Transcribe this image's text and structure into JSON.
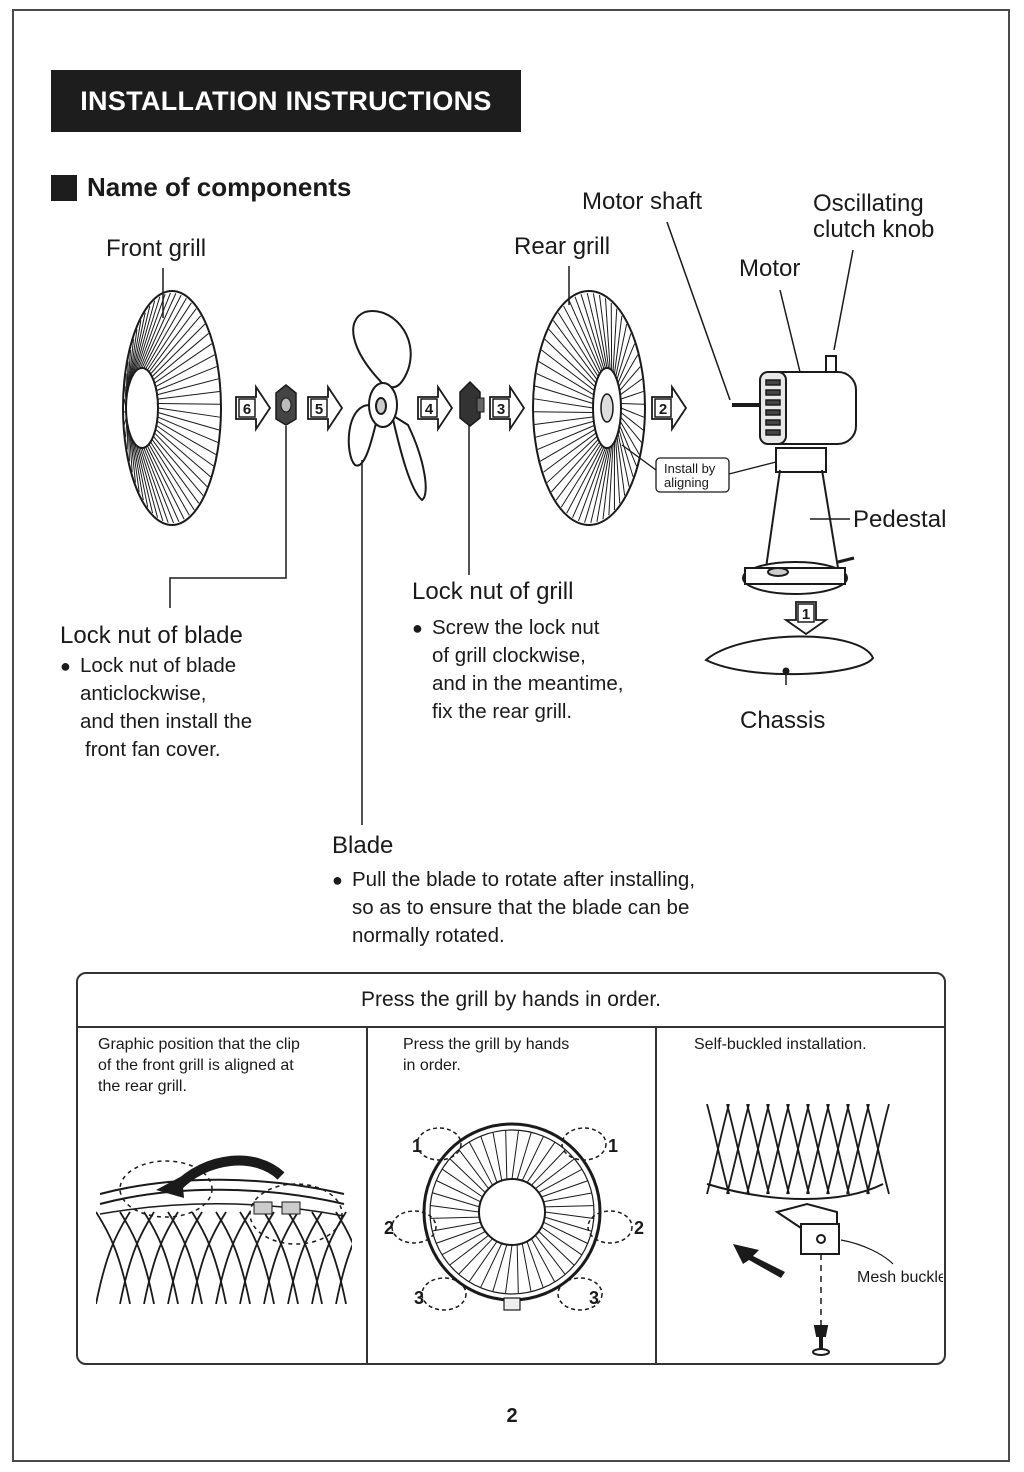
{
  "document": {
    "title": "INSTALLATION INSTRUCTIONS",
    "section_title": "Name of components",
    "page_number": "2"
  },
  "labels": {
    "front_grill": "Front grill",
    "rear_grill": "Rear grill",
    "motor_shaft": "Motor shaft",
    "oscillating_1": "Oscillating",
    "oscillating_2": "clutch knob",
    "motor": "Motor",
    "pedestal": "Pedestal",
    "chassis": "Chassis",
    "install_1": "Install by",
    "install_2": "aligning"
  },
  "steps": [
    "6",
    "5",
    "4",
    "3",
    "2",
    "1"
  ],
  "lock_nut_blade": {
    "title": "Lock nut of blade",
    "bullet": "●",
    "lines": [
      "Lock nut of blade",
      "anticlockwise,",
      "and then install the",
      "front fan cover."
    ]
  },
  "lock_nut_grill": {
    "title": "Lock nut of grill",
    "bullet": "●",
    "lines": [
      "Screw the lock nut",
      "of grill clockwise,",
      "and in the meantime,",
      "fix the rear grill."
    ]
  },
  "blade": {
    "title": "Blade",
    "bullet": "●",
    "lines": [
      "Pull the blade to rotate after installing,",
      "so as to ensure that the blade can be",
      "normally rotated."
    ]
  },
  "press_box": {
    "heading": "Press the grill by hands in order.",
    "cell1": [
      "Graphic position that the clip",
      "of the front grill is aligned at",
      "the rear grill."
    ],
    "cell2": [
      "Press the grill by hands",
      "in order."
    ],
    "cell3": [
      "Self-buckled installation."
    ],
    "numbers": [
      "1",
      "1",
      "2",
      "2",
      "3",
      "3"
    ],
    "mesh_buckle": "Mesh buckle"
  }
}
